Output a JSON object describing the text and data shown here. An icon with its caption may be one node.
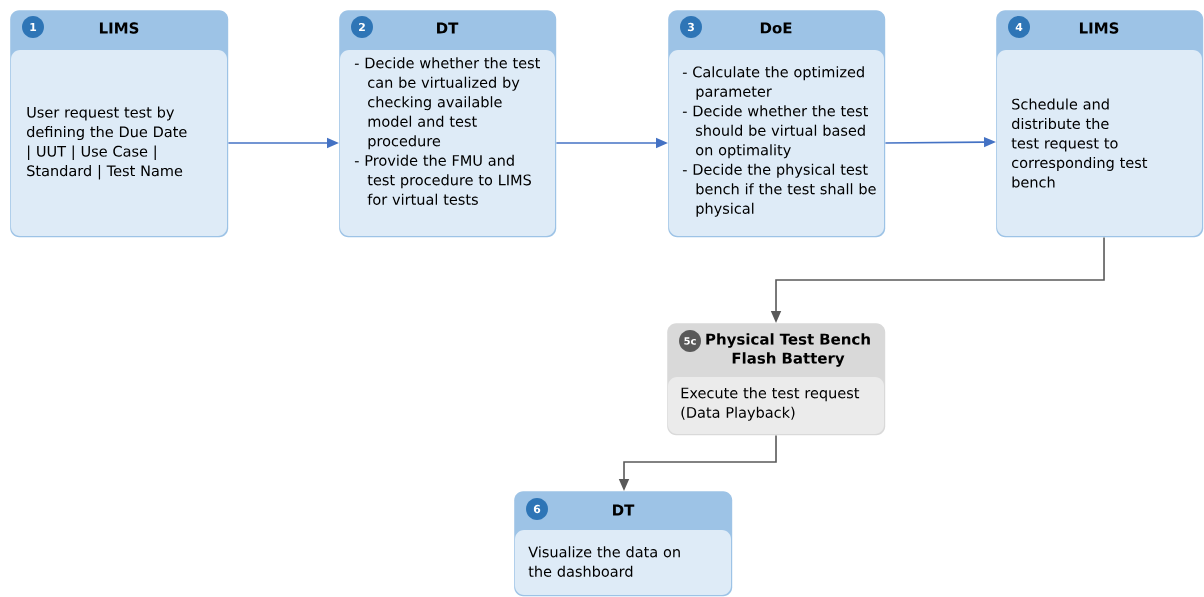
{
  "diagram": {
    "nodes": [
      {
        "text": [
          "1",
          "LIMS",
          "User request test  by defining the  Due Date | UUT | Use Case | Standard | Test Name"
        ]
      },
      {
        "text": [
          "2",
          "DT",
          "- Decide whether the test can be virtualized by checking available model and test procedure",
          "- Provide the FMU and test procedure to LIMS for virtual tests"
        ]
      },
      {
        "text": [
          "3",
          "DoE",
          "- Calculate the optimized parameter",
          "- Decide whether the test should be virtual based on optimality",
          "- Decide the physical test bench if the test shall be physical"
        ]
      },
      {
        "text": [
          "4",
          "LIMS",
          "Schedule and distribute the test request to corresponding test bench"
        ]
      },
      {
        "text": [
          "5c",
          "Physical Test Bench Flash Battery",
          "Execute the test request (Data Playback)"
        ]
      },
      {
        "text": [
          "6",
          "DT",
          "Visualize the data on the dashboard"
        ]
      }
    ],
    "edges": [
      {
        "from": 0,
        "to": 1,
        "arrow": "to"
      },
      {
        "from": 1,
        "to": 2,
        "arrow": "to"
      },
      {
        "from": 2,
        "to": 3,
        "arrow": "to"
      },
      {
        "from": 3,
        "to": 4,
        "arrow": "to",
        "color": "#595959"
      },
      {
        "from": 4,
        "to": 5,
        "arrow": "to",
        "color": "#595959"
      }
    ]
  }
}
